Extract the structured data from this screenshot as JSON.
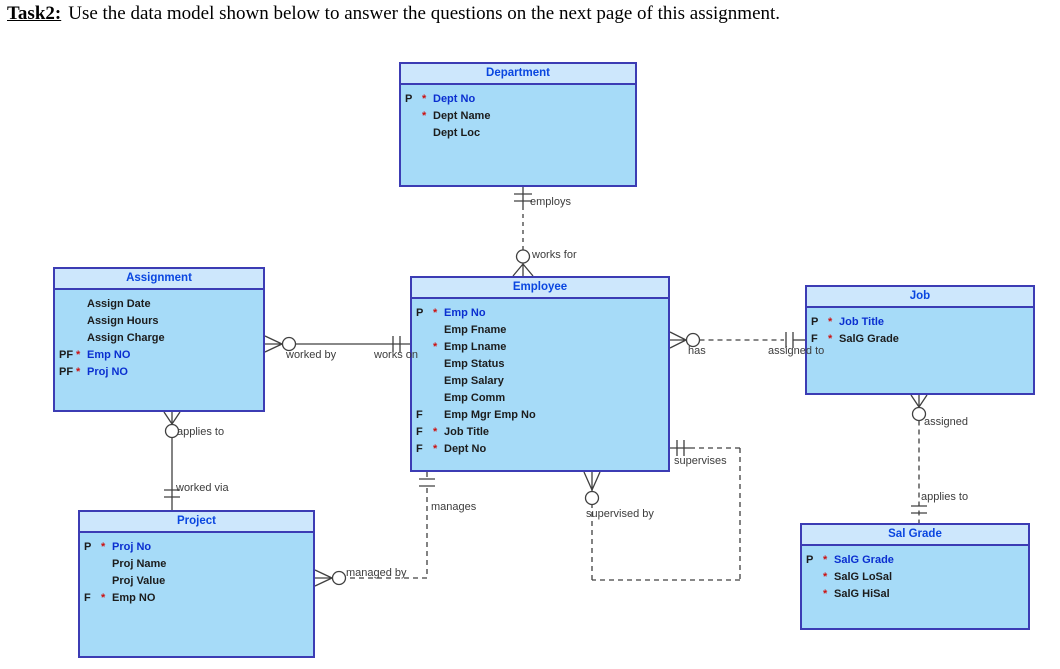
{
  "title": {
    "label": "Task2:",
    "text": "Use the data model shown below to answer the questions on the next page of this assignment."
  },
  "colors": {
    "entity_border": "#3c3cb4",
    "entity_header_bg": "#cde7fc",
    "entity_body_bg": "#a6dbf8",
    "entity_title_text": "#0a46e0",
    "pk_text": "#0a2fd0",
    "attr_text": "#1c1c1c",
    "required_marker": "#cc1111",
    "relationship_text": "#3c3c3c",
    "line_color": "#404040"
  },
  "entities": {
    "department": {
      "title": "Department",
      "attrs": [
        {
          "key": "P",
          "req": "*",
          "label": "Dept No",
          "pk": true
        },
        {
          "key": "",
          "req": "*",
          "label": "Dept Name",
          "pk": false
        },
        {
          "key": "",
          "req": "",
          "label": "Dept Loc",
          "pk": false
        }
      ]
    },
    "assignment": {
      "title": "Assignment",
      "attrs": [
        {
          "key": "",
          "req": "",
          "label": "Assign Date",
          "pk": false
        },
        {
          "key": "",
          "req": "",
          "label": "Assign Hours",
          "pk": false
        },
        {
          "key": "",
          "req": "",
          "label": "Assign Charge",
          "pk": false
        },
        {
          "key": "PF",
          "req": "*",
          "label": "Emp NO",
          "pk": true
        },
        {
          "key": "PF",
          "req": "*",
          "label": "Proj NO",
          "pk": true
        }
      ]
    },
    "employee": {
      "title": "Employee",
      "attrs": [
        {
          "key": "P",
          "req": "*",
          "label": "Emp No",
          "pk": true
        },
        {
          "key": "",
          "req": "",
          "label": "Emp Fname",
          "pk": false
        },
        {
          "key": "",
          "req": "*",
          "label": "Emp Lname",
          "pk": false
        },
        {
          "key": "",
          "req": "",
          "label": "Emp Status",
          "pk": false
        },
        {
          "key": "",
          "req": "",
          "label": "Emp Salary",
          "pk": false
        },
        {
          "key": "",
          "req": "",
          "label": "Emp Comm",
          "pk": false
        },
        {
          "key": "F",
          "req": "",
          "label": "Emp Mgr Emp No",
          "pk": false
        },
        {
          "key": "F",
          "req": "*",
          "label": "Job Title",
          "pk": false
        },
        {
          "key": "F",
          "req": "*",
          "label": "Dept No",
          "pk": false
        }
      ]
    },
    "job": {
      "title": "Job",
      "attrs": [
        {
          "key": "P",
          "req": "*",
          "label": "Job Title",
          "pk": true
        },
        {
          "key": "F",
          "req": "*",
          "label": "SalG Grade",
          "pk": false
        }
      ]
    },
    "project": {
      "title": "Project",
      "attrs": [
        {
          "key": "P",
          "req": "*",
          "label": "Proj No",
          "pk": true
        },
        {
          "key": "",
          "req": "",
          "label": "Proj Name",
          "pk": false
        },
        {
          "key": "",
          "req": "",
          "label": "Proj Value",
          "pk": false
        },
        {
          "key": "F",
          "req": "*",
          "label": "Emp NO",
          "pk": false
        }
      ]
    },
    "salgrade": {
      "title": "Sal Grade",
      "attrs": [
        {
          "key": "P",
          "req": "*",
          "label": "SalG Grade",
          "pk": true
        },
        {
          "key": "",
          "req": "*",
          "label": "SalG LoSal",
          "pk": false
        },
        {
          "key": "",
          "req": "*",
          "label": "SalG HiSal",
          "pk": false
        }
      ]
    }
  },
  "relationships": [
    {
      "id": "department-employee",
      "from": "Department",
      "to": "Employee",
      "from_label": "employs",
      "to_label": "works for",
      "from_end": "one-mandatory",
      "to_end": "zero-or-many",
      "line": "dashed"
    },
    {
      "id": "assignment-employee",
      "from": "Assignment",
      "to": "Employee",
      "from_label": "worked by",
      "to_label": "works on",
      "from_end": "zero-or-many",
      "to_end": "one-mandatory",
      "line": "solid"
    },
    {
      "id": "employee-job",
      "from": "Employee",
      "to": "Job",
      "from_label": "has",
      "to_label": "assigned to",
      "from_end": "zero-or-many",
      "to_end": "one-mandatory",
      "line": "dashed"
    },
    {
      "id": "employee-employee-supervision",
      "from": "Employee",
      "to": "Employee",
      "from_label": "supervises",
      "to_label": "supervised by",
      "from_end": "one-mandatory",
      "to_end": "zero-or-many",
      "line": "dashed"
    },
    {
      "id": "employee-project",
      "from": "Employee",
      "to": "Project",
      "from_label": "manages",
      "to_label": "managed by",
      "from_end": "one-mandatory",
      "to_end": "zero-or-many",
      "line": "dashed"
    },
    {
      "id": "assignment-project",
      "from": "Assignment",
      "to": "Project",
      "from_label": "applies to",
      "to_label": "worked via",
      "from_end": "zero-or-many",
      "to_end": "one-mandatory",
      "line": "solid"
    },
    {
      "id": "job-salgrade",
      "from": "Job",
      "to": "SalGrade",
      "from_label": "assigned",
      "to_label": "applies to",
      "from_end": "zero-or-many",
      "to_end": "one-mandatory",
      "line": "dashed"
    }
  ]
}
